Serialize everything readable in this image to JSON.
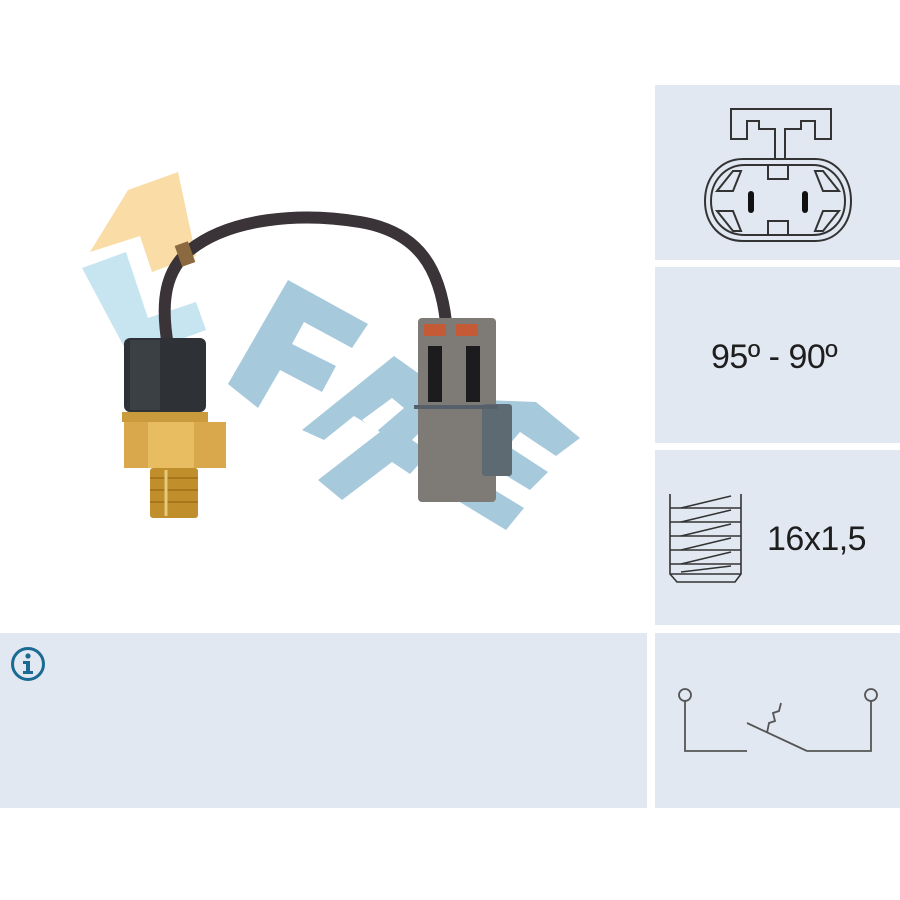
{
  "product": {
    "brand_watermark": "FAE",
    "image_alt": "Temperature switch with cable and connector"
  },
  "specs": {
    "connector": {
      "icon": "connector-2pin-icon"
    },
    "temperature": {
      "icon": "none",
      "value": "95º - 90º"
    },
    "thread": {
      "icon": "thread-icon",
      "value": "16x1,5"
    },
    "switch": {
      "icon": "normally-open-thermal-switch-icon"
    }
  },
  "info": {
    "icon": "info-icon",
    "text": ""
  },
  "colors": {
    "panel_bg": "#e1e8f1",
    "info_blue": "#1b6a93",
    "logo_blue": "#a6c9dc",
    "logo_orange": "#f9dca6",
    "logo_lightblue": "#c7e5f1"
  }
}
